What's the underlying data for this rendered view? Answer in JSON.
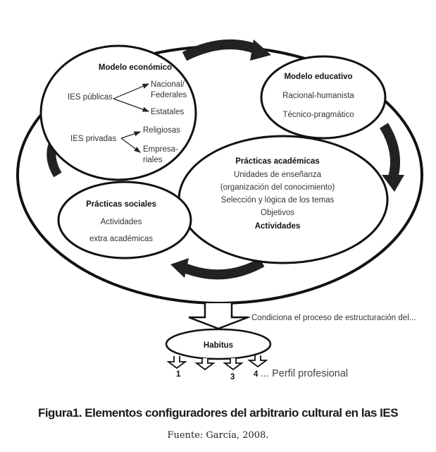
{
  "diagram": {
    "modelo_economico": {
      "title": "Modelo económico",
      "publicas": "IES públicas",
      "nacional_1": "Nacional/",
      "nacional_2": "Federales",
      "estatales": "Estatales",
      "privadas": "IES privadas",
      "religiosas": "Religiosas",
      "empresariales_1": "Empresa-",
      "empresariales_2": "riales"
    },
    "modelo_educativo": {
      "title": "Modelo educativo",
      "items": [
        "Racional-humanista",
        "Técnico-pragmático"
      ]
    },
    "practicas_academicas": {
      "title": "Prácticas académicas",
      "lines": [
        "Unidades de enseñanza",
        "(organización del conocimiento)",
        "Selección y lógica de los temas",
        "Objetivos"
      ],
      "last": "Actividades"
    },
    "practicas_sociales": {
      "title": "Prácticas sociales",
      "lines": [
        "Actividades",
        "extra académicas"
      ]
    },
    "condiciona": "Condiciona el proceso de estructuración del...",
    "habitus": "Habitus",
    "numbers": [
      "1",
      "3",
      "4"
    ],
    "perfil": "... Perfil profesional"
  },
  "caption": "Figura1. Elementos configuradores del arbitrario cultural en las IES",
  "source": "Fuente: García, 2008."
}
